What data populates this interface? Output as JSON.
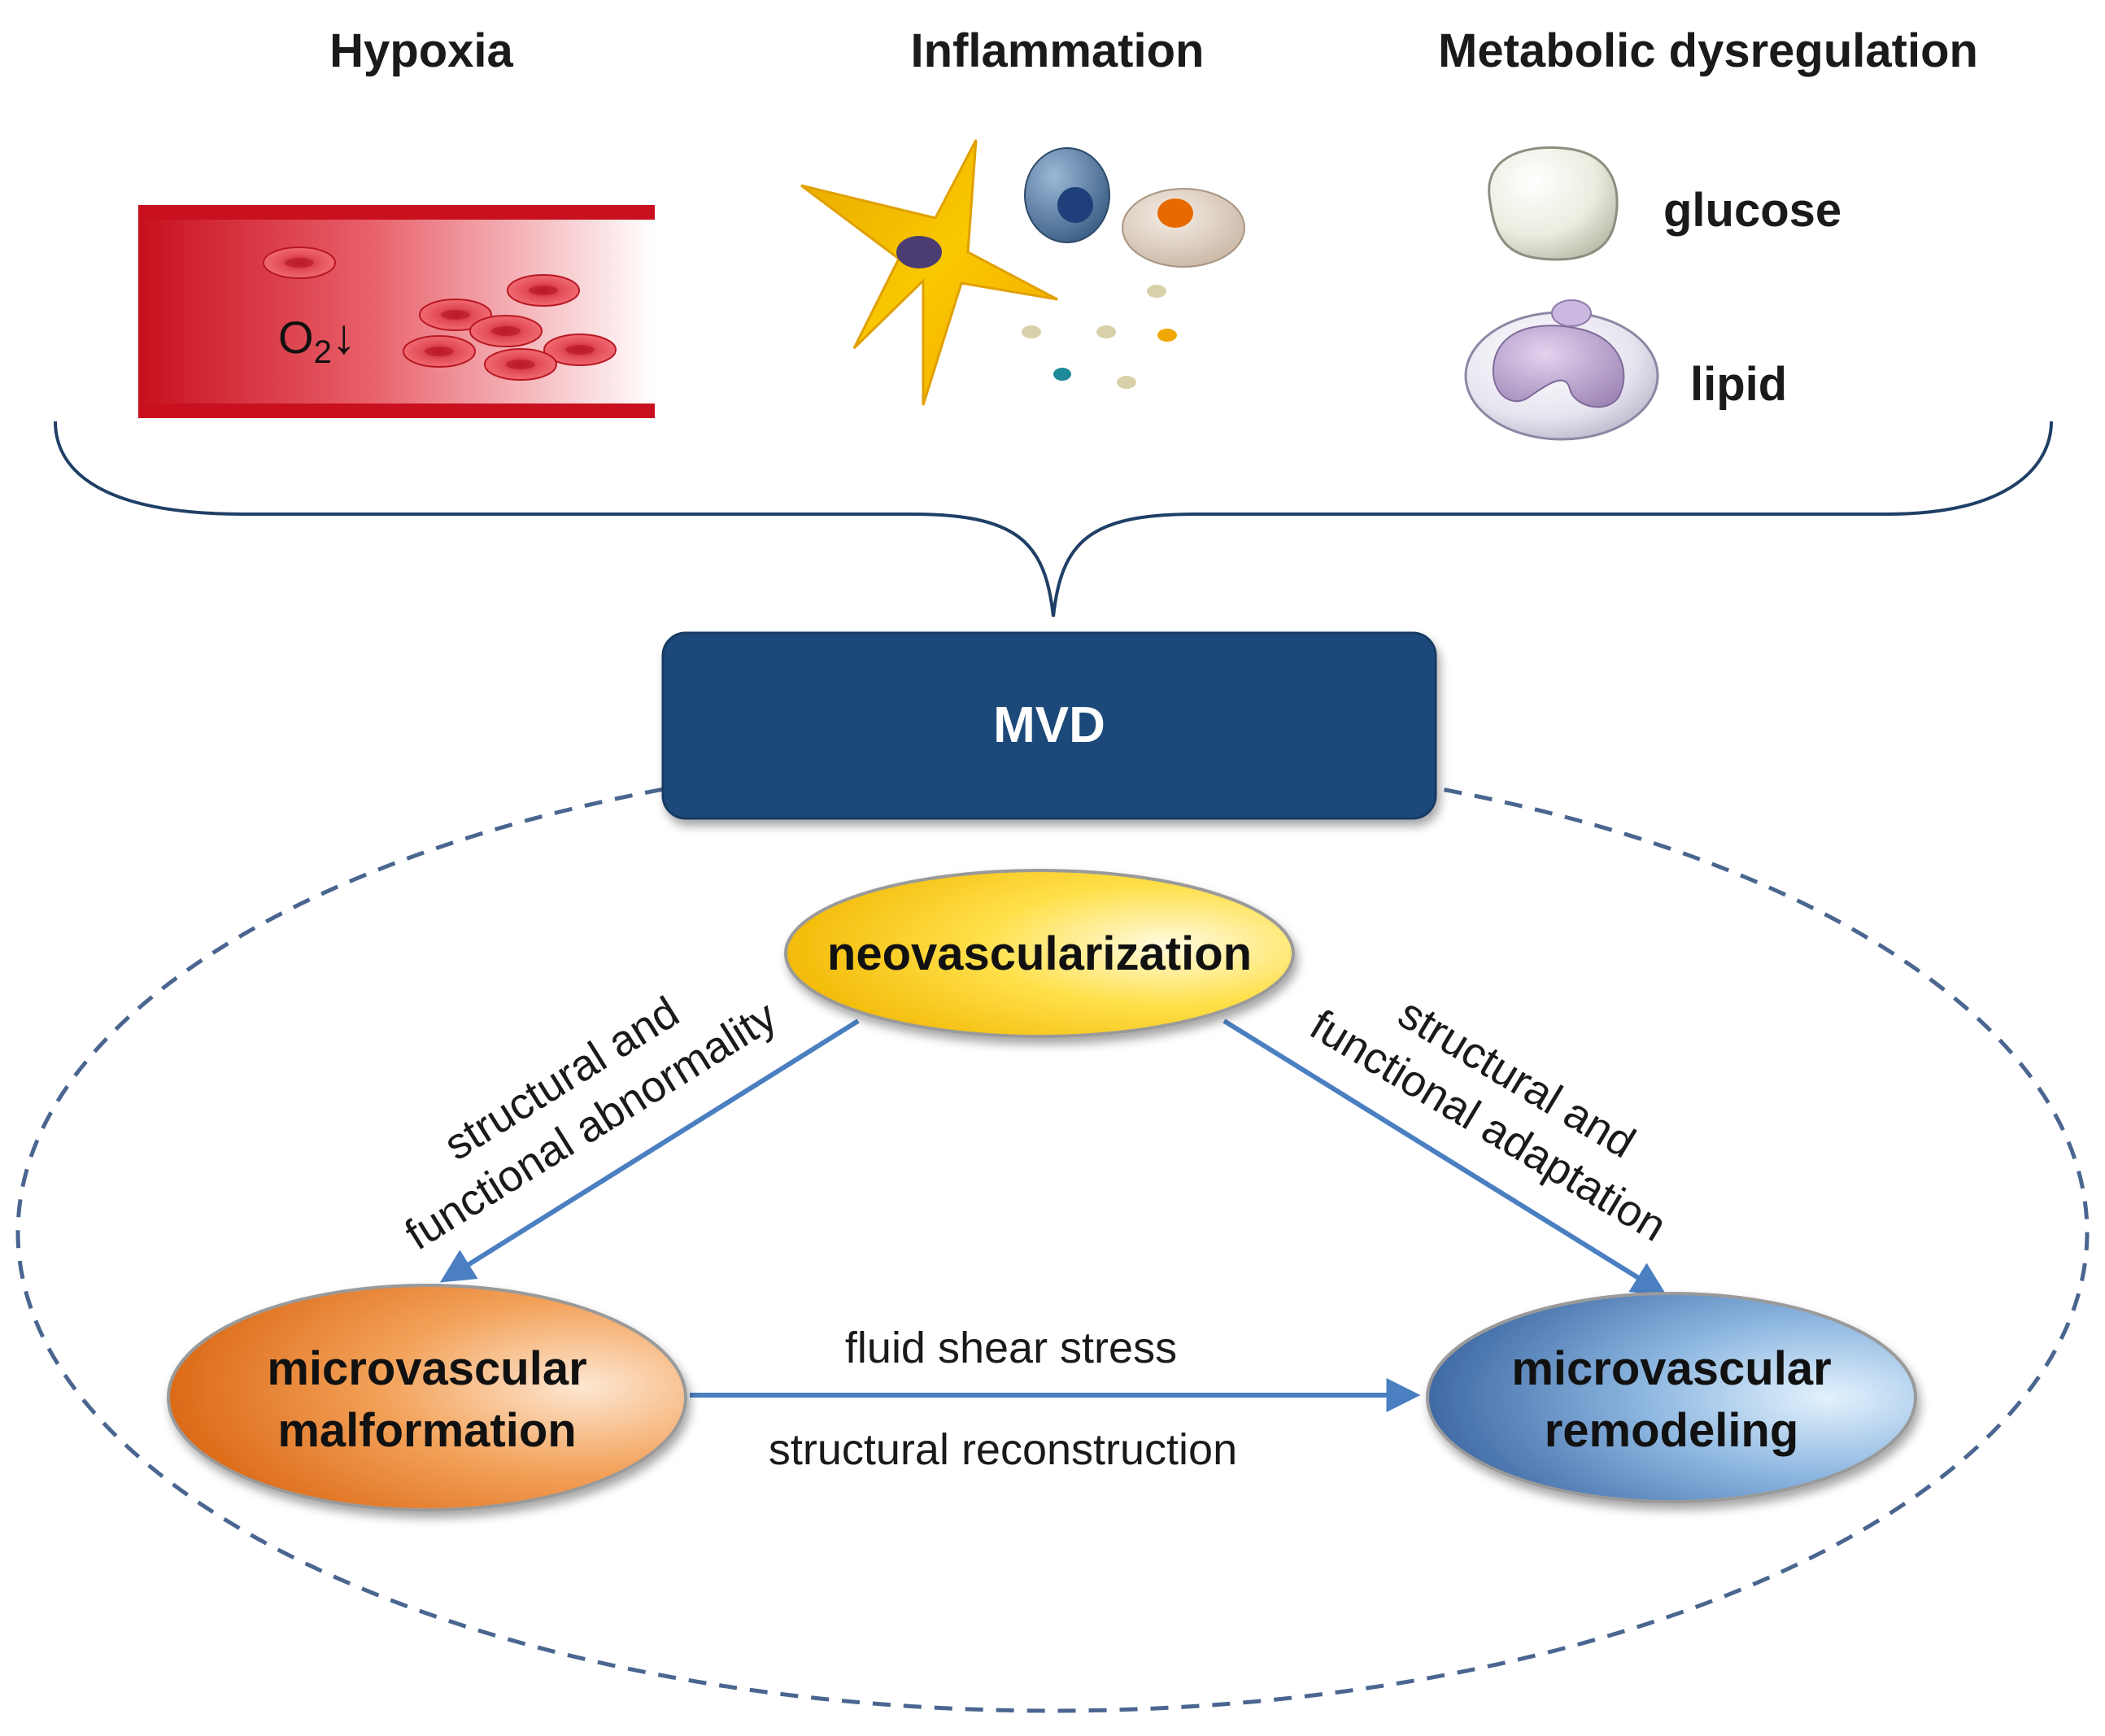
{
  "causes": {
    "hypoxia": {
      "title": "Hypoxia",
      "o2_label": "O",
      "o2_sub": "2",
      "o2_arrow": "↓"
    },
    "inflammation": {
      "title": "Inflammation"
    },
    "metabolic": {
      "title": "Metabolic dysregulation",
      "glucose_label": "glucose",
      "lipid_label": "lipid"
    }
  },
  "center": {
    "label": "MVD"
  },
  "nodes": {
    "neovascularization": "neovascularization",
    "malformation_line1": "microvascular",
    "malformation_line2": "malformation",
    "remodeling_line1": "microvascular",
    "remodeling_line2": "remodeling"
  },
  "edges": {
    "left_line1": "structural and",
    "left_line2": "functional abnormality",
    "right_line1": "structural and",
    "right_line2": "functional adaptation",
    "bottom_above": "fluid  shear  stress",
    "bottom_below": "structural reconstruction"
  },
  "colors": {
    "vessel_red": "#c8101e",
    "mvd_box": "#1f4a7a",
    "arrow_blue": "#4a7fc1",
    "dashed_ellipse": "#4a6690",
    "neovascularization": "#f6c400",
    "malformation": "#e07a1e",
    "remodeling": "#3f6aa6"
  }
}
